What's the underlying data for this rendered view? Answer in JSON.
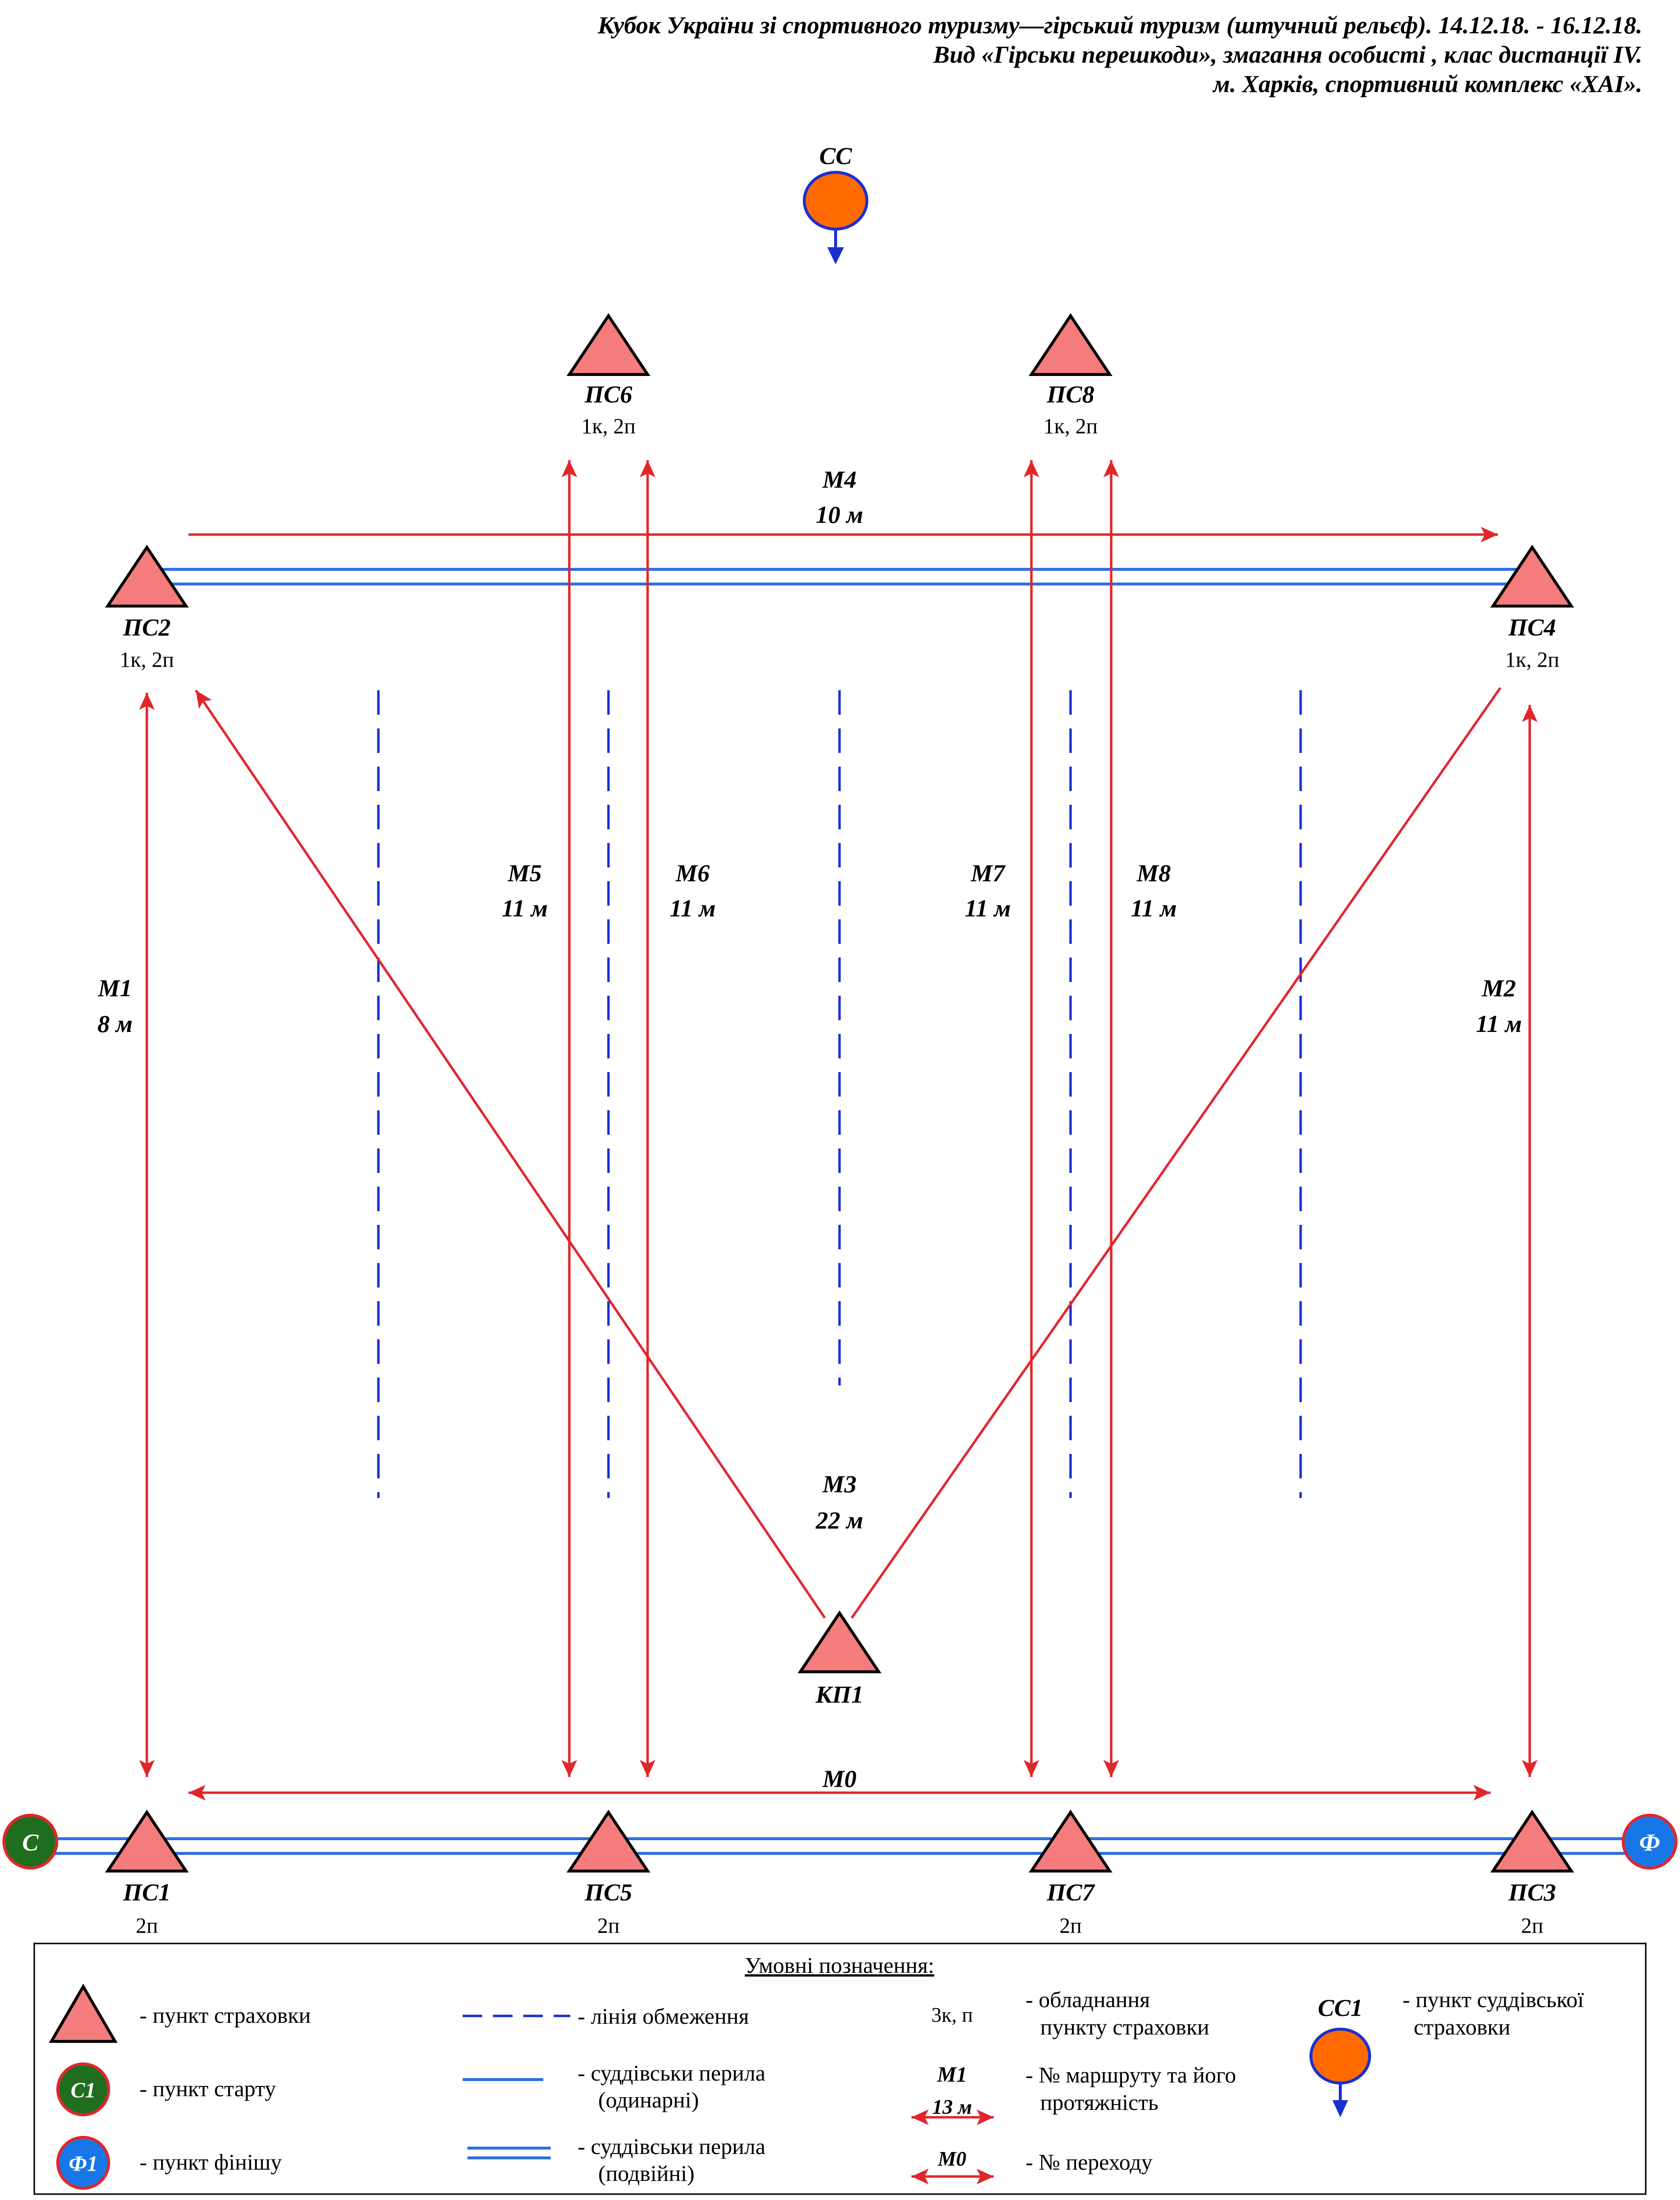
{
  "header": {
    "line1": "Кубок України зі спортивного туризму—гірський туризм (штучний рельєф). 14.12.18. - 16.12.18.",
    "line2": "Вид «Гірськи перешкоди», змагання особисті , клас дистанції IV.",
    "line3": "м. Харків, спортивний комплекс «ХАІ»."
  },
  "colors": {
    "route": "#e0262c",
    "rail": "#2f6fe0",
    "boundary": "#1a2fd0",
    "triangle_fill": "#f47c7c",
    "start_fill": "#1f6e1f",
    "finish_fill": "#1877e8",
    "judge_fill": "#ff6a00",
    "judge_stroke": "#1a2fd0"
  },
  "judge_point": {
    "label": "СС"
  },
  "points": {
    "ps1": {
      "label": "ПС1",
      "equipment": "2п"
    },
    "ps2": {
      "label": "ПС2",
      "equipment": "1к, 2п"
    },
    "ps3": {
      "label": "ПС3",
      "equipment": "2п"
    },
    "ps4": {
      "label": "ПС4",
      "equipment": "1к, 2п"
    },
    "ps5": {
      "label": "ПС5",
      "equipment": "2п"
    },
    "ps6": {
      "label": "ПС6",
      "equipment": "1к, 2п"
    },
    "ps7": {
      "label": "ПС7",
      "equipment": "2п"
    },
    "ps8": {
      "label": "ПС8",
      "equipment": "1к, 2п"
    },
    "kp1": {
      "label": "КП1"
    }
  },
  "start": {
    "label": "С"
  },
  "finish": {
    "label": "Ф"
  },
  "routes": {
    "m0": {
      "name": "М0"
    },
    "m1": {
      "name": "М1",
      "length": "8 м"
    },
    "m2": {
      "name": "М2",
      "length": "11 м"
    },
    "m3": {
      "name": "М3",
      "length": "22 м"
    },
    "m4": {
      "name": "М4",
      "length": "10 м"
    },
    "m5": {
      "name": "М5",
      "length": "11 м"
    },
    "m6": {
      "name": "М6",
      "length": "11 м"
    },
    "m7": {
      "name": "М7",
      "length": "11 м"
    },
    "m8": {
      "name": "М8",
      "length": "11 м"
    }
  },
  "legend": {
    "title": "Умовні позначення:",
    "belay_point": "- пункт страховки",
    "start_symbol": "С1",
    "start_point": "- пункт старту",
    "finish_symbol": "Ф1",
    "finish_point": "- пункт фінішу",
    "boundary_line": "- лінія обмеження",
    "single_rail_1": "- суддівськи перила",
    "single_rail_2": "(одинарні)",
    "double_rail_1": "- суддівськи перила",
    "double_rail_2": "(подвійні)",
    "equipment_sample": "3к, п",
    "equipment_desc_1": "- обладнання",
    "equipment_desc_2": "пункту страховки",
    "route_sample_name": "М1",
    "route_sample_length": "13 м",
    "route_desc_1": "- № маршруту та його",
    "route_desc_2": "протяжність",
    "crossing_sample": "М0",
    "crossing_desc": "- № переходу",
    "judge_symbol": "СС1",
    "judge_desc_1": "- пункт суддівської",
    "judge_desc_2": "страховки"
  }
}
